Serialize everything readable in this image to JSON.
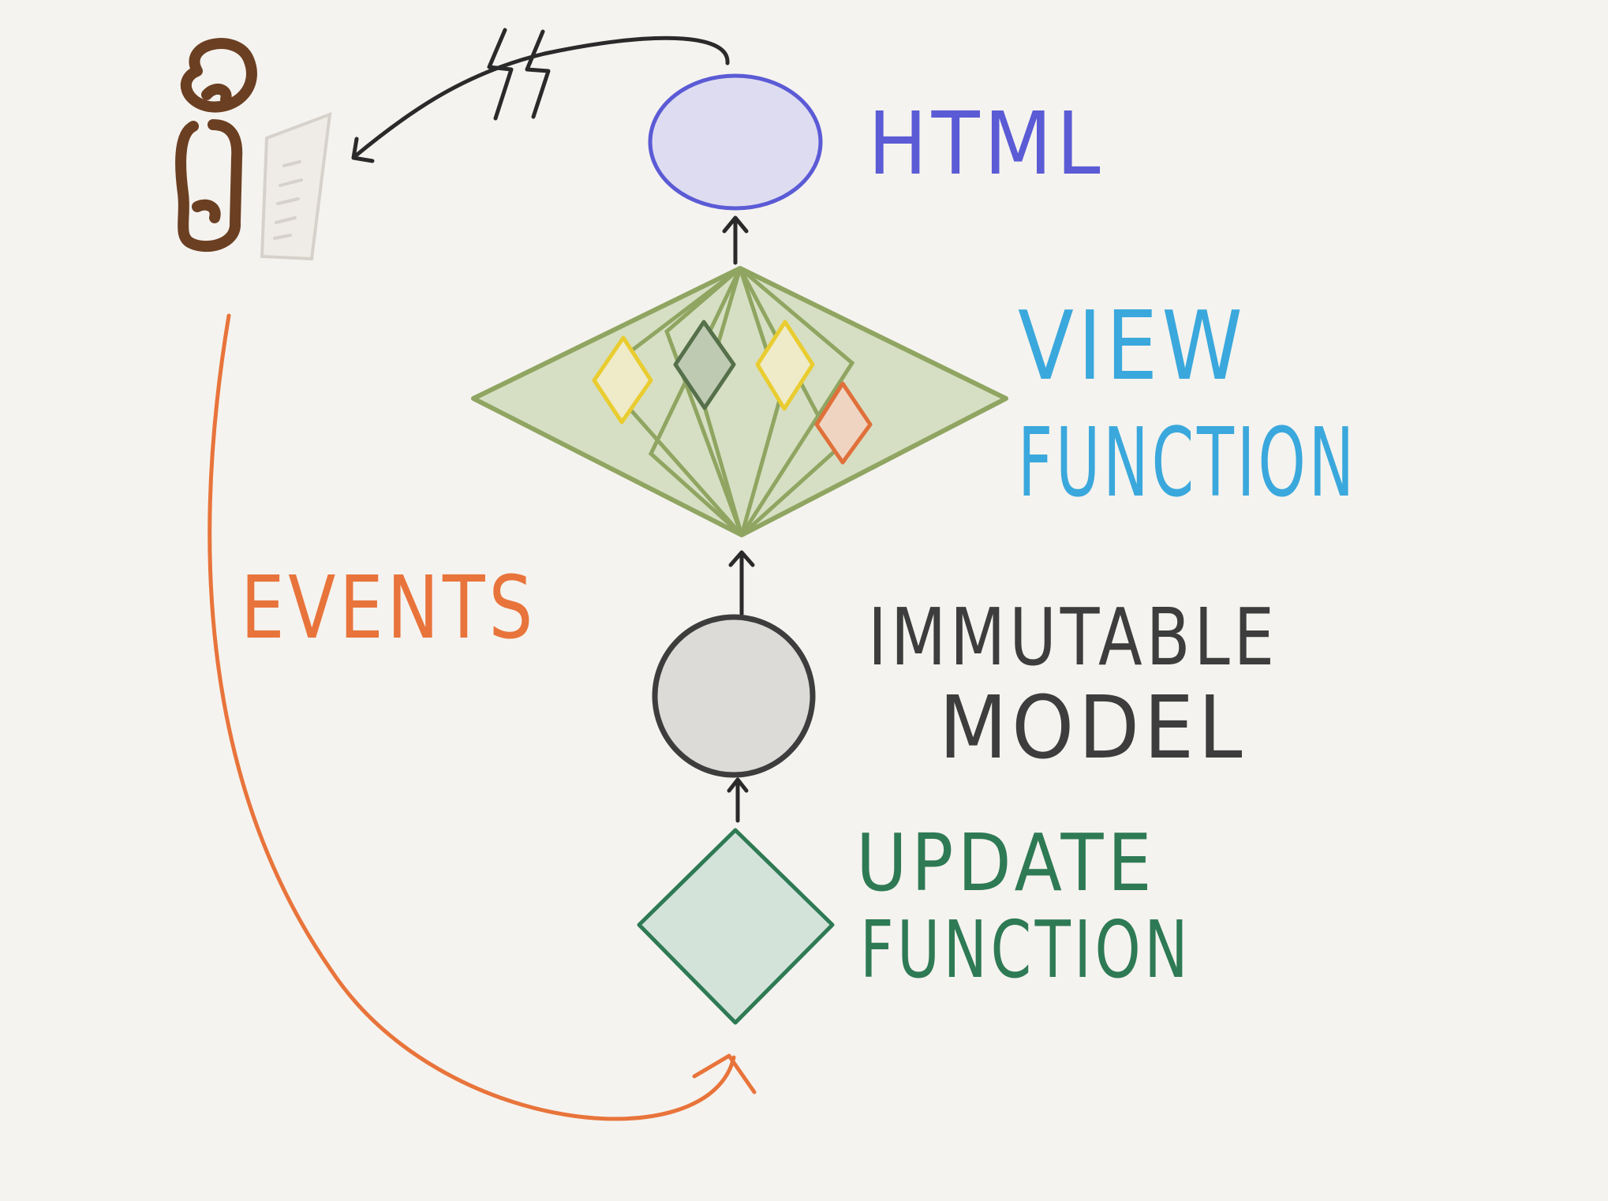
{
  "labels": {
    "html": "HTML",
    "view_line1": "VIEW",
    "view_line2": "FUNCTION",
    "model_line1": "IMMUTABLE",
    "model_line2": "MODEL",
    "update_line1": "UPDATE",
    "update_line2": "FUNCTION",
    "events": "EVENTS"
  },
  "colors": {
    "background": "#f5f3ef",
    "html": "#5b5bd6",
    "html_fill": "#dedcf0",
    "view": "#3aa8dc",
    "view_stroke": "#8fa561",
    "view_fill": "#d6dfc3",
    "model": "#3d3d3d",
    "model_fill": "#dddbd8",
    "update": "#2e7a55",
    "update_fill": "#d3e3da",
    "events": "#e8743b",
    "user": "#6b3f22",
    "arrow": "#2a2a2a",
    "inner_yellow": "#e9cc2f",
    "inner_yellow_fill": "#efeac7",
    "inner_dark": "#55704a",
    "inner_dark_fill": "#bfcab3",
    "inner_orange": "#e0703a",
    "inner_orange_fill": "#efd4c2"
  },
  "icons": [
    "user-figure-icon",
    "document-icon",
    "lightning-bolt-icon"
  ]
}
